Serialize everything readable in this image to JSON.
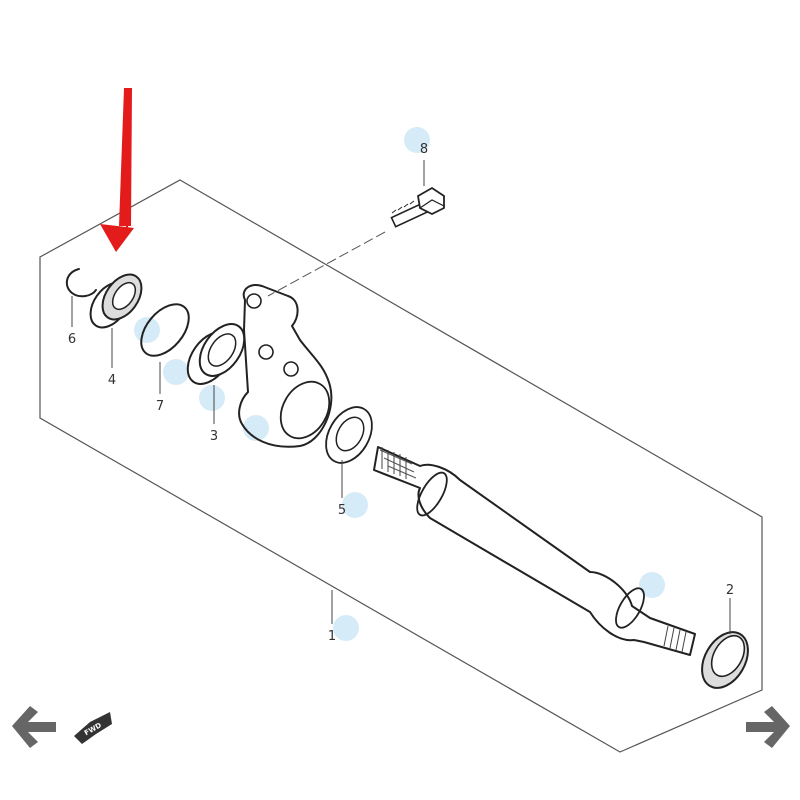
{
  "diagram": {
    "parts": [
      {
        "id": "1",
        "label": "1"
      },
      {
        "id": "2",
        "label": "2"
      },
      {
        "id": "3",
        "label": "3"
      },
      {
        "id": "4",
        "label": "4"
      },
      {
        "id": "5",
        "label": "5"
      },
      {
        "id": "6",
        "label": "6"
      },
      {
        "id": "7",
        "label": "7"
      },
      {
        "id": "8",
        "label": "8"
      }
    ],
    "highlighted_part": "4",
    "fwd_label": "FWD",
    "colors": {
      "arrow": "#e31b1b",
      "hotspot": "#cfe8f7",
      "nav": "#666666",
      "line": "#222222"
    }
  },
  "navigation": {
    "prev_icon": "arrow-left-icon",
    "next_icon": "arrow-right-icon"
  }
}
